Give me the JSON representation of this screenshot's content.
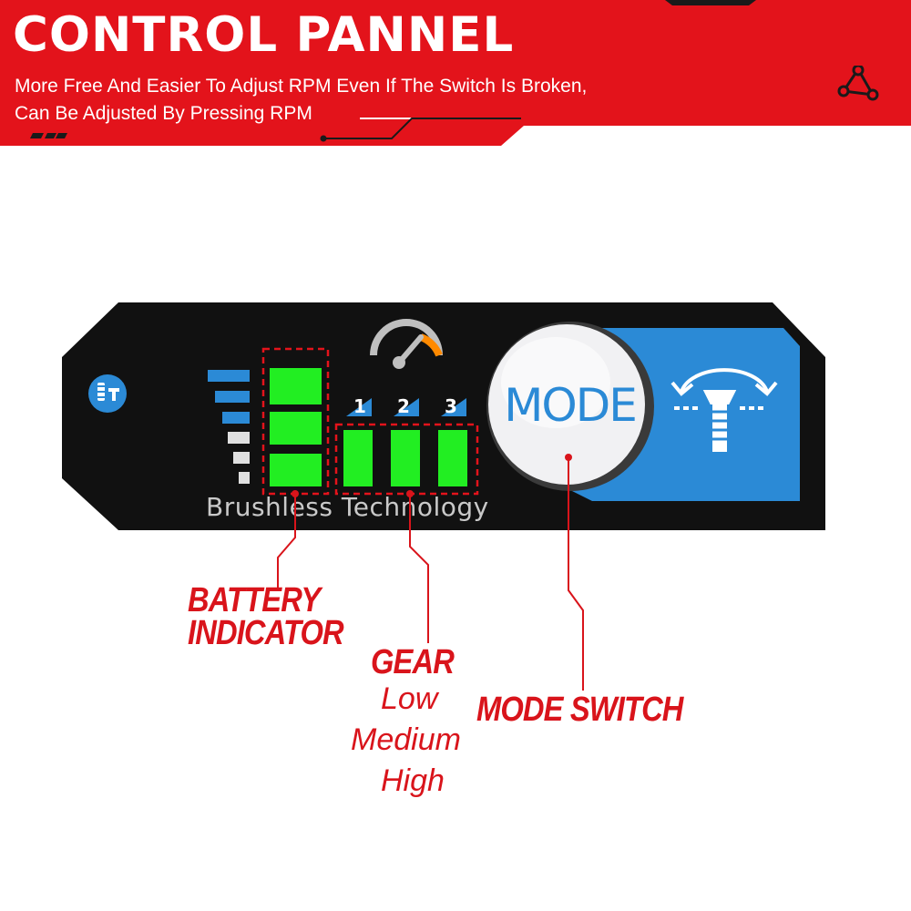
{
  "banner": {
    "title": "CONTROL PANNEL",
    "line1": "More Free And Easier To Adjust RPM Even If The Switch Is Broken,",
    "line2": "Can Be Adjusted By Pressing RPM",
    "color": "#e3131b"
  },
  "panel": {
    "gear_numbers": [
      "1",
      "2",
      "3"
    ],
    "mode_button_label": "MODE",
    "brand_text": "Brushless Technology",
    "led_color": "#22ee22",
    "accent_color": "#2b8ad6"
  },
  "callouts": {
    "battery_line1": "BATTERY",
    "battery_line2": "INDICATOR",
    "gear_title": "GEAR",
    "gear_levels": [
      "Low",
      "Medium",
      "High"
    ],
    "mode_switch": "MODE SWITCH",
    "color": "#d9141b"
  }
}
